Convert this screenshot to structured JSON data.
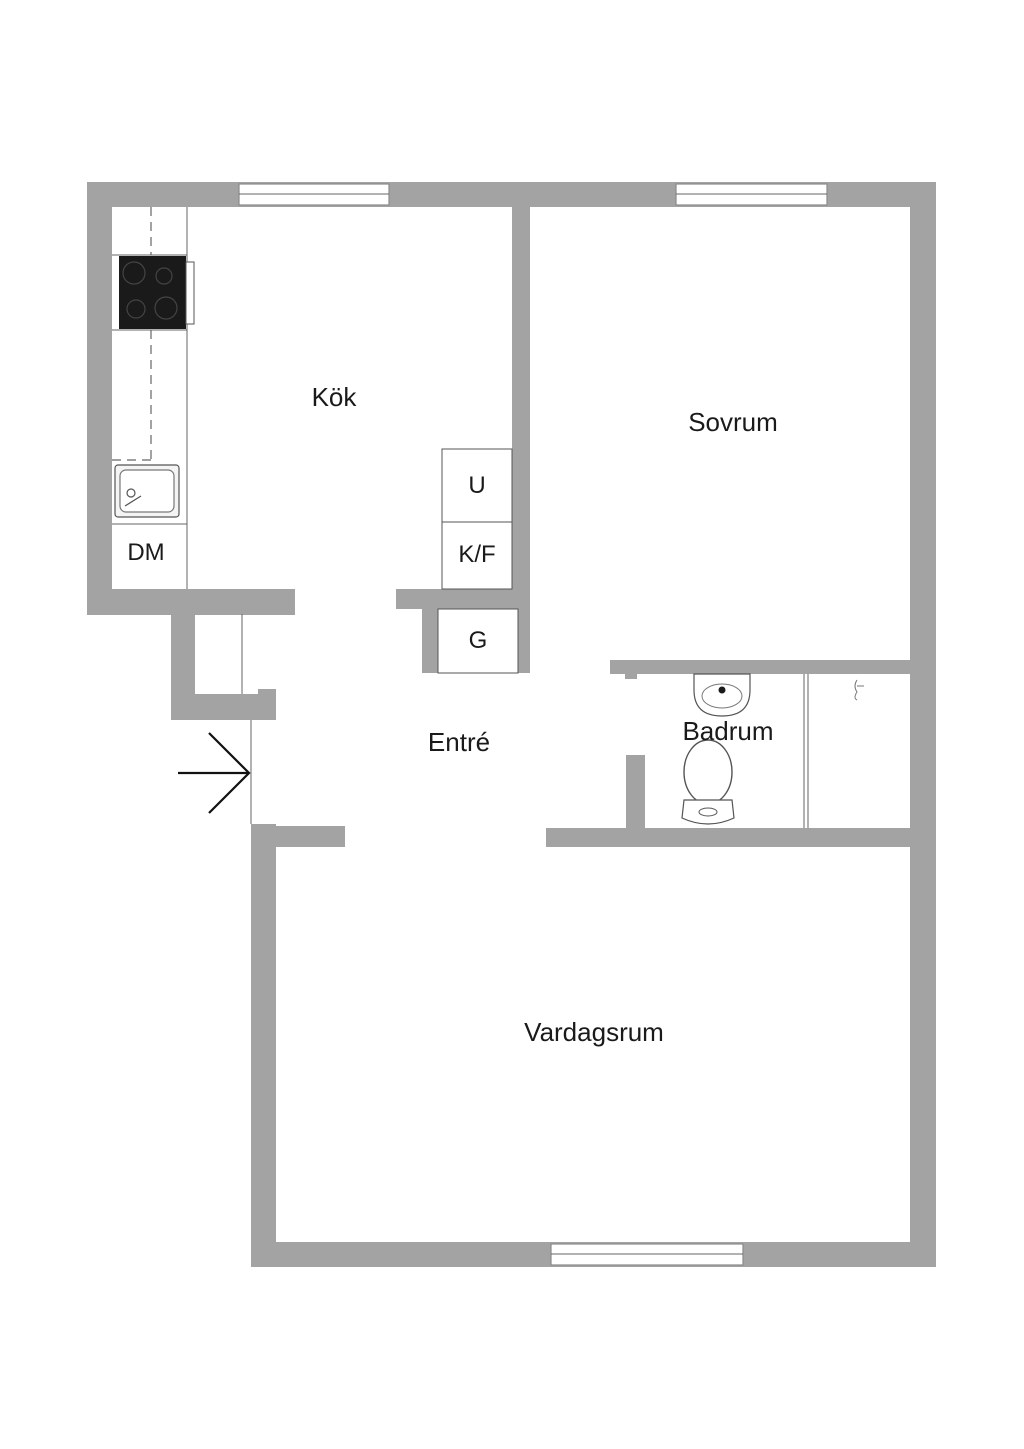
{
  "rooms": {
    "kitchen": "Kök",
    "bedroom": "Sovrum",
    "entrance": "Entré",
    "bathroom": "Badrum",
    "living_room": "Vardagsrum"
  },
  "appliances": {
    "dishwasher": "DM",
    "oven": "U",
    "fridge_freezer": "K/F",
    "wardrobe": "G"
  },
  "icons": {
    "entrance_arrow": "entrance-arrow-icon",
    "stove": "stove-icon",
    "sink": "sink-icon",
    "washbasin": "washbasin-icon",
    "toilet": "toilet-icon",
    "shower": "shower-icon"
  },
  "colors": {
    "wall": "#a3a3a3",
    "stove": "#1a1a1a",
    "background": "#ffffff"
  }
}
